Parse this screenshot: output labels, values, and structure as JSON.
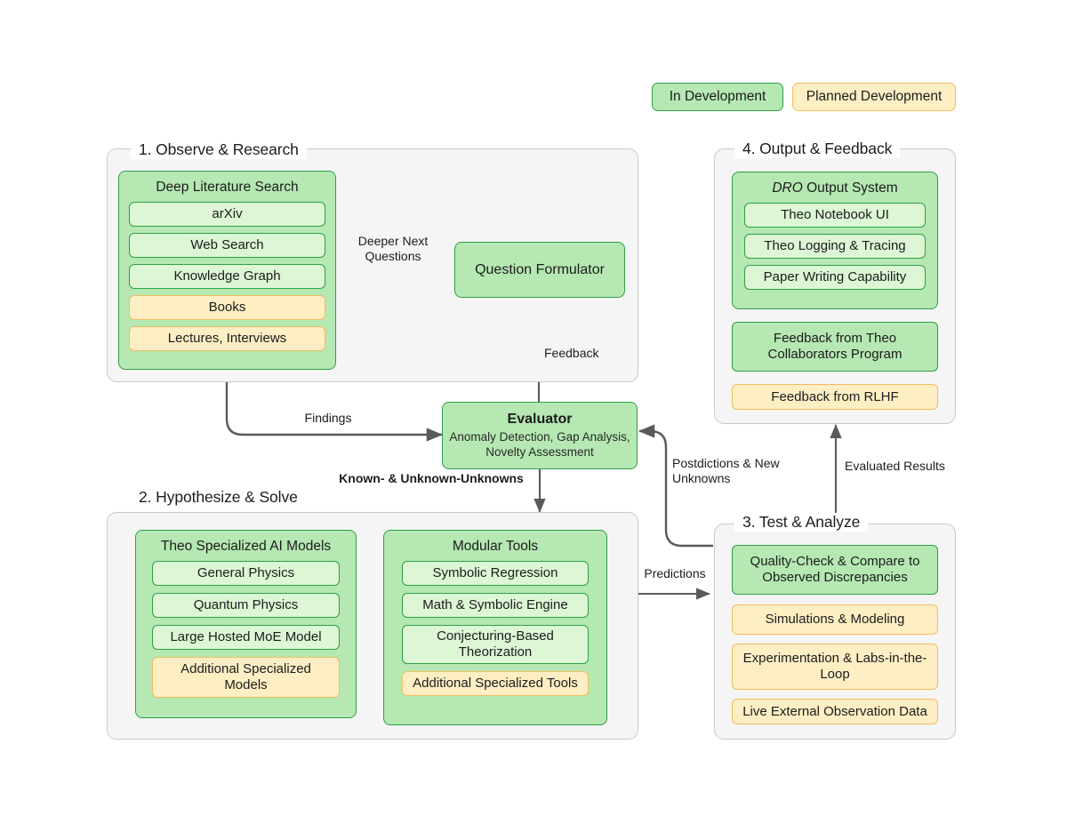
{
  "legend": [
    {
      "label": "In Development",
      "style": "green"
    },
    {
      "label": "Planned Development",
      "style": "yellow"
    }
  ],
  "panels": [
    {
      "title": "1. Observe & Research"
    },
    {
      "title": "2. Hypothesize & Solve"
    },
    {
      "title": "3. Test & Analyze"
    },
    {
      "title": "4. Output & Feedback"
    }
  ],
  "groups": {
    "deep_literature_search": {
      "title": "Deep Literature Search",
      "items": [
        {
          "label": "arXiv",
          "style": "green"
        },
        {
          "label": "Web Search",
          "style": "green"
        },
        {
          "label": "Knowledge Graph",
          "style": "green"
        },
        {
          "label": "Books",
          "style": "yellow"
        },
        {
          "label": "Lectures, Interviews",
          "style": "yellow"
        }
      ]
    },
    "theo_specialized_ai_models": {
      "title": "Theo Specialized AI Models",
      "items": [
        {
          "label": "General Physics",
          "style": "green"
        },
        {
          "label": "Quantum Physics",
          "style": "green"
        },
        {
          "label": "Large Hosted MoE Model",
          "style": "green"
        },
        {
          "label": "Additional Specialized Models",
          "style": "yellow"
        }
      ]
    },
    "modular_tools": {
      "title": "Modular Tools",
      "items": [
        {
          "label": "Symbolic Regression",
          "style": "green"
        },
        {
          "label": "Math & Symbolic Engine",
          "style": "green"
        },
        {
          "label": "Conjecturing-Based Theorization",
          "style": "green"
        },
        {
          "label": "Additional Specialized Tools",
          "style": "yellow"
        }
      ]
    },
    "dro_output_system": {
      "title_italic": "DRO",
      "title_rest": " Output System",
      "items": [
        {
          "label": "Theo Notebook UI",
          "style": "green"
        },
        {
          "label": "Theo Logging & Tracing",
          "style": "green"
        },
        {
          "label": "Paper Writing Capability",
          "style": "green"
        }
      ]
    }
  },
  "test_analyze_items": [
    {
      "label": "Quality-Check & Compare to Observed Discrepancies",
      "style": "solidgreen"
    },
    {
      "label": "Simulations & Modeling",
      "style": "yellow"
    },
    {
      "label": "Experimentation & Labs-in-the-Loop",
      "style": "yellow"
    },
    {
      "label": "Live External Observation Data",
      "style": "yellow"
    }
  ],
  "output_feedback_items": [
    {
      "label": "Feedback from Theo Collaborators Program",
      "style": "solidgreen"
    },
    {
      "label": "Feedback from RLHF",
      "style": "yellow"
    }
  ],
  "nodes": {
    "question_formulator": {
      "label": "Question Formulator"
    },
    "evaluator": {
      "title": "Evaluator",
      "subtitle": "Anomaly Detection, Gap Analysis, Novelty Assessment"
    }
  },
  "edges": [
    {
      "id": "deeper-next-questions",
      "label": "Deeper Next\nQuestions"
    },
    {
      "id": "feedback",
      "label": "Feedback"
    },
    {
      "id": "findings",
      "label": "Findings"
    },
    {
      "id": "known-unknown-unknowns",
      "label": "Known- & Unknown-Unknowns"
    },
    {
      "id": "predictions",
      "label": "Predictions"
    },
    {
      "id": "postdictions-new-unknowns",
      "label": "Postdictions & New\nUnknowns"
    },
    {
      "id": "evaluated-results",
      "label": "Evaluated Results"
    }
  ],
  "colors": {
    "green_fill": "#b5e8b2",
    "green_light_fill": "#ddf6d5",
    "green_border": "#2f9e47",
    "yellow_fill": "#fdeec4",
    "yellow_border": "#f3bc5c",
    "panel_bg": "#f5f5f5",
    "panel_border": "#c9c9c9",
    "arrow": "#5a5a5a"
  }
}
